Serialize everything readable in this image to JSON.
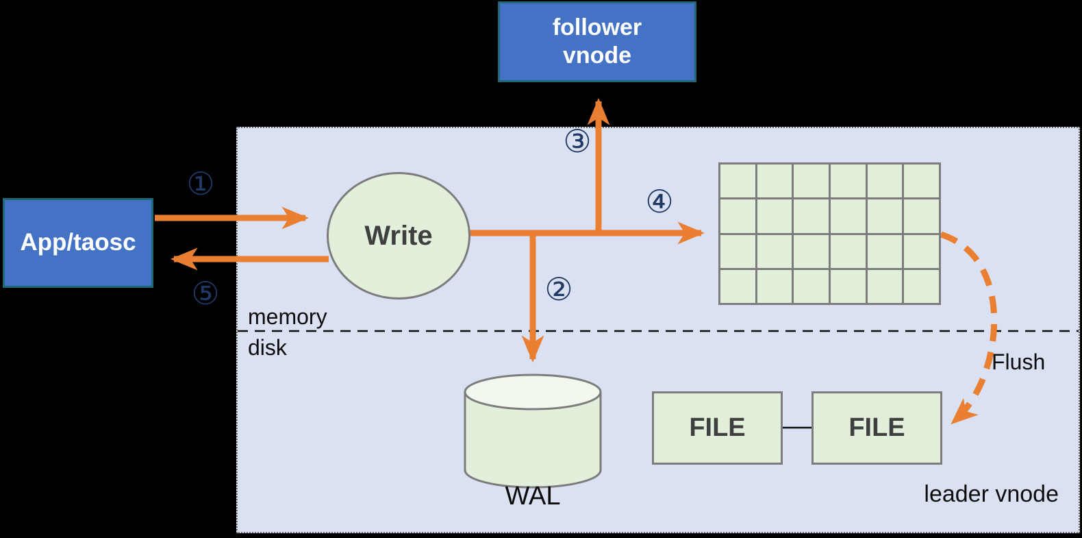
{
  "colors": {
    "background": "#000000",
    "container_fill": "#D9E1F2",
    "node_blue": "#4472C4",
    "node_blue_border": "#1E6878",
    "shape_green": "#E2EFDA",
    "shape_green_light": "#F3F8EE",
    "shape_border_gray": "#7C7C7C",
    "arrow_orange": "#EA7F32",
    "step_number_navy": "#1F3864",
    "node_text_dark": "#3F3F3F"
  },
  "nodes": {
    "follower_vnode": {
      "label": "follower vnode"
    },
    "app_taosc": {
      "label": "App/taosc"
    },
    "write": {
      "label": "Write"
    },
    "wal": {
      "label": "WAL"
    },
    "file_left": {
      "label": "FILE"
    },
    "file_right": {
      "label": "FILE"
    }
  },
  "labels": {
    "memory": "memory",
    "disk": "disk",
    "flush": "Flush",
    "leader_vnode": "leader vnode"
  },
  "steps": {
    "s1": "①",
    "s2": "②",
    "s3": "③",
    "s4": "④",
    "s5": "⑤"
  },
  "memtable_grid": {
    "rows": 4,
    "cols": 6
  }
}
